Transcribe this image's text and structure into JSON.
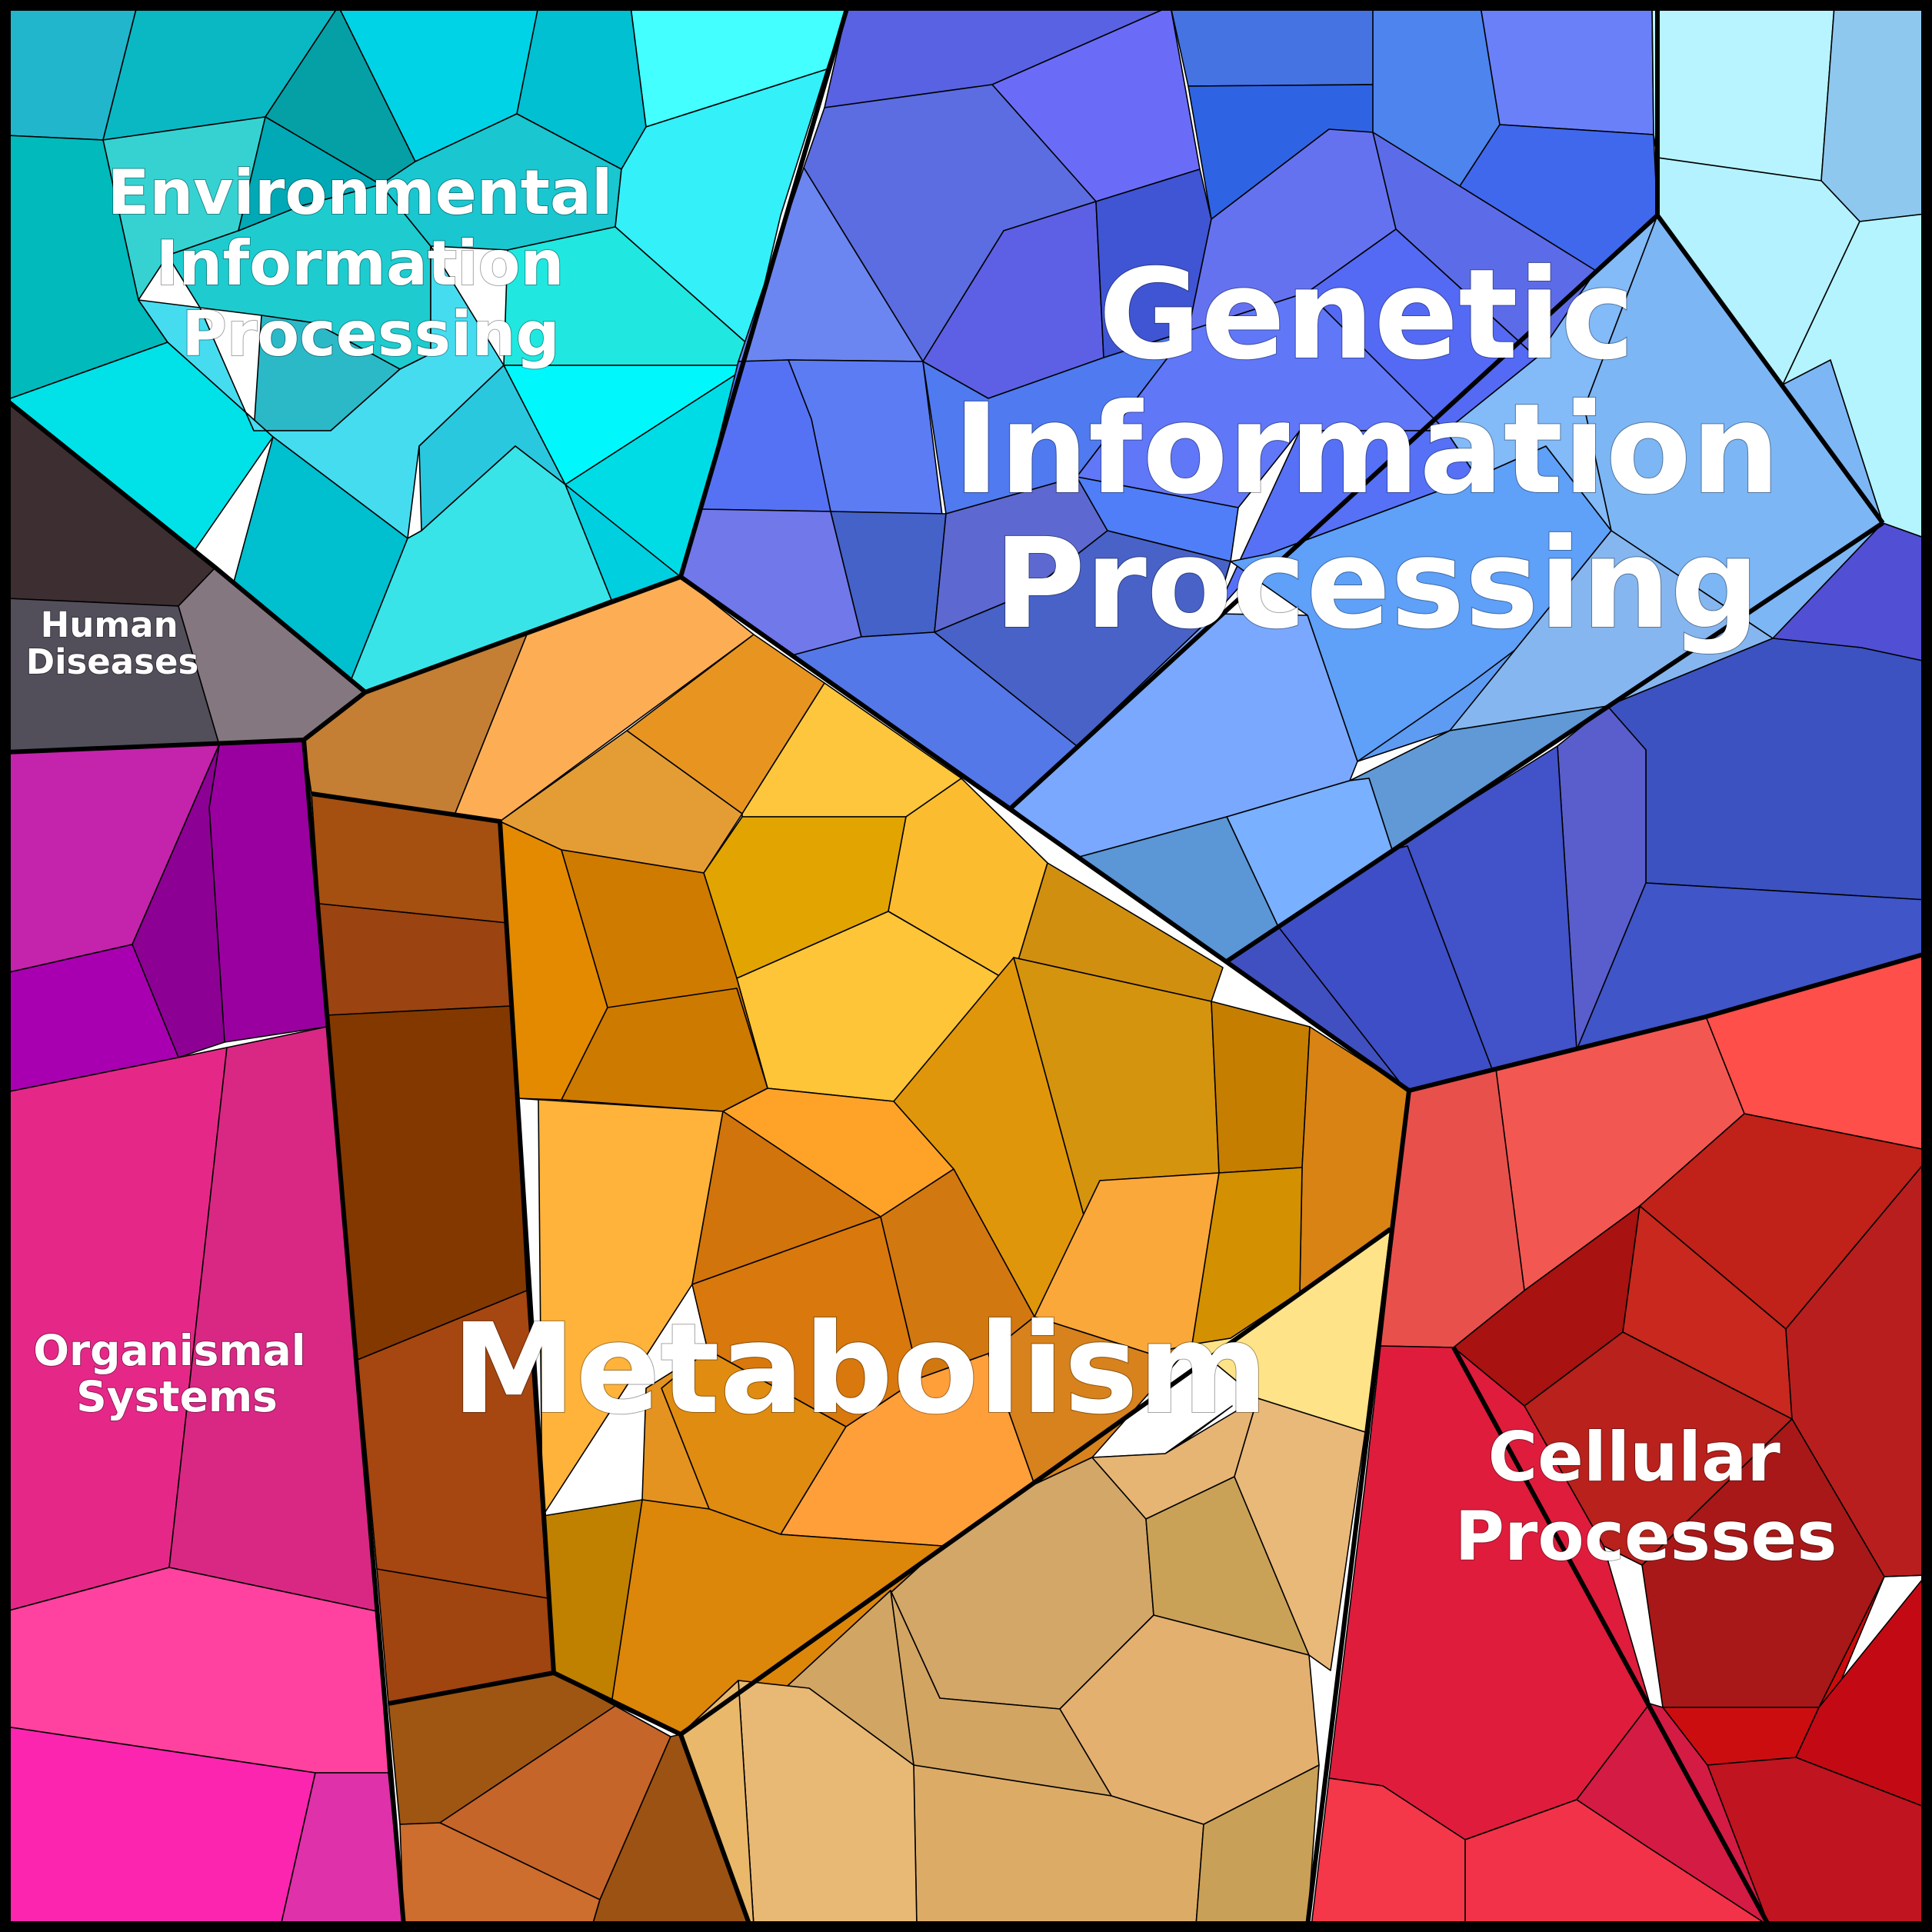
{
  "diagram": {
    "type": "voronoi-treemap",
    "border_color": "#000000",
    "label_color": "#ffffff",
    "regions": [
      {
        "id": "environmental",
        "label_lines": [
          "Environmental",
          "Information",
          "Processing"
        ],
        "color": "#1fd3d8"
      },
      {
        "id": "genetic",
        "label_lines": [
          "Genetic",
          "Information",
          "Processing"
        ],
        "color": "#5a74e8"
      },
      {
        "id": "human-diseases",
        "label_lines": [
          "Human",
          "Diseases"
        ],
        "color": "#55525e"
      },
      {
        "id": "organismal",
        "label_lines": [
          "Organismal",
          "Systems"
        ],
        "color": "#e2288a"
      },
      {
        "id": "metabolism",
        "label_lines": [
          "Metabolism"
        ],
        "color": "#e59a1c"
      },
      {
        "id": "cellular",
        "label_lines": [
          "Cellular",
          "Processes"
        ],
        "color": "#cc1d2e"
      }
    ]
  }
}
